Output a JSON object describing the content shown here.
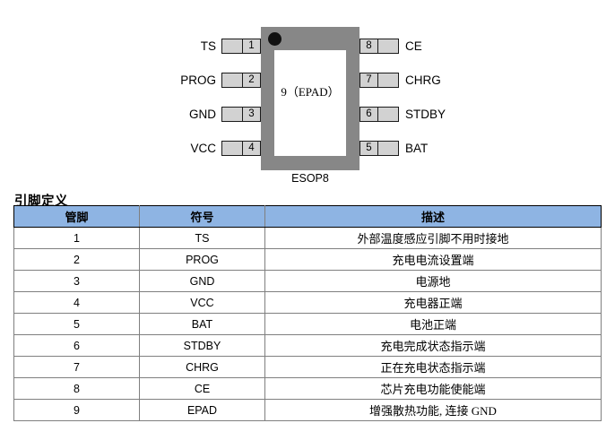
{
  "package_figure": {
    "package_name": "ESOP8",
    "epad_label": "9（EPAD）",
    "dot_marker": "pin1-dot",
    "left_pins": [
      {
        "number": "1",
        "label": "TS"
      },
      {
        "number": "2",
        "label": "PROG"
      },
      {
        "number": "3",
        "label": "GND"
      },
      {
        "number": "4",
        "label": "VCC"
      }
    ],
    "right_pins": [
      {
        "number": "8",
        "label": "CE"
      },
      {
        "number": "7",
        "label": "CHRG"
      },
      {
        "number": "6",
        "label": "STDBY"
      },
      {
        "number": "5",
        "label": "BAT"
      }
    ],
    "colors": {
      "body": "#878787",
      "epad": "#ffffff",
      "lead": "#d2d2d2",
      "outline": "#1a1a1a"
    }
  },
  "pin_definition": {
    "title": "引脚定义",
    "header_color": "#8eb4e3",
    "columns": [
      "管脚",
      "符号",
      "描述"
    ],
    "rows": [
      {
        "pin": "1",
        "symbol": "TS",
        "description": "外部温度感应引脚不用时接地"
      },
      {
        "pin": "2",
        "symbol": "PROG",
        "description": "充电电流设置端"
      },
      {
        "pin": "3",
        "symbol": "GND",
        "description": "电源地"
      },
      {
        "pin": "4",
        "symbol": "VCC",
        "description": "充电器正端"
      },
      {
        "pin": "5",
        "symbol": "BAT",
        "description": "电池正端"
      },
      {
        "pin": "6",
        "symbol": "STDBY",
        "description": "充电完成状态指示端"
      },
      {
        "pin": "7",
        "symbol": "CHRG",
        "description": "正在充电状态指示端"
      },
      {
        "pin": "8",
        "symbol": "CE",
        "description": "芯片充电功能使能端"
      },
      {
        "pin": "9",
        "symbol": "EPAD",
        "description": "增强散热功能, 连接 GND"
      }
    ]
  }
}
